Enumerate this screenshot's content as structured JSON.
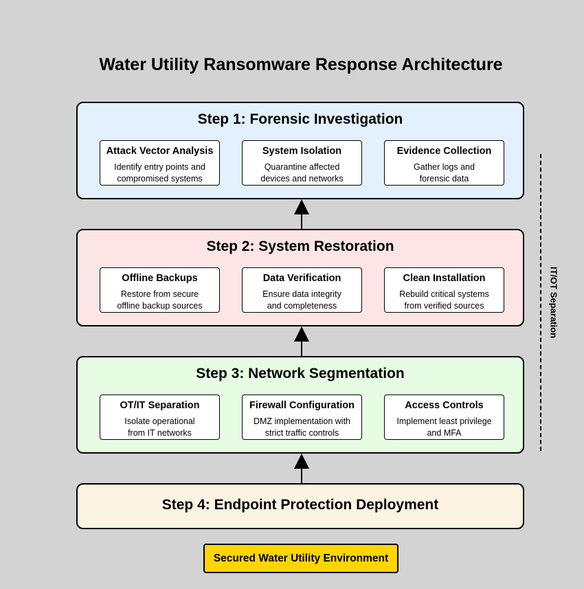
{
  "title": "Water Utility Ransomware Response Architecture",
  "steps": [
    {
      "title": "Step 1: Forensic Investigation",
      "fill": "#e3f0fd",
      "cards": [
        {
          "title": "Attack Vector Analysis",
          "lines": [
            "Identify entry points and",
            "compromised systems"
          ]
        },
        {
          "title": "System Isolation",
          "lines": [
            "Quarantine affected",
            "devices and networks"
          ]
        },
        {
          "title": "Evidence Collection",
          "lines": [
            "Gather logs and",
            "forensic data"
          ]
        }
      ]
    },
    {
      "title": "Step 2: System Restoration",
      "fill": "#fde5e6",
      "cards": [
        {
          "title": "Offline Backups",
          "lines": [
            "Restore from secure",
            "offline backup sources"
          ]
        },
        {
          "title": "Data Verification",
          "lines": [
            "Ensure data integrity",
            "and completeness"
          ]
        },
        {
          "title": "Clean Installation",
          "lines": [
            "Rebuild critical systems",
            "from verified sources"
          ]
        }
      ]
    },
    {
      "title": "Step 3: Network Segmentation",
      "fill": "#e6fde4",
      "cards": [
        {
          "title": "OT/IT Separation",
          "lines": [
            "Isolate operational",
            "from IT networks"
          ]
        },
        {
          "title": "Firewall Configuration",
          "lines": [
            "DMZ implementation with",
            "strict traffic controls"
          ]
        },
        {
          "title": "Access Controls",
          "lines": [
            "Implement least privilege",
            "and MFA"
          ]
        }
      ]
    },
    {
      "title": "Step 4: Endpoint Protection Deployment",
      "fill": "#fdf3e3"
    }
  ],
  "separation_label": "IT/OT Separation",
  "final_label": "Secured Water Utility Environment",
  "colors": {
    "background": "#d3d3d3",
    "final_fill": "#ffd500"
  }
}
